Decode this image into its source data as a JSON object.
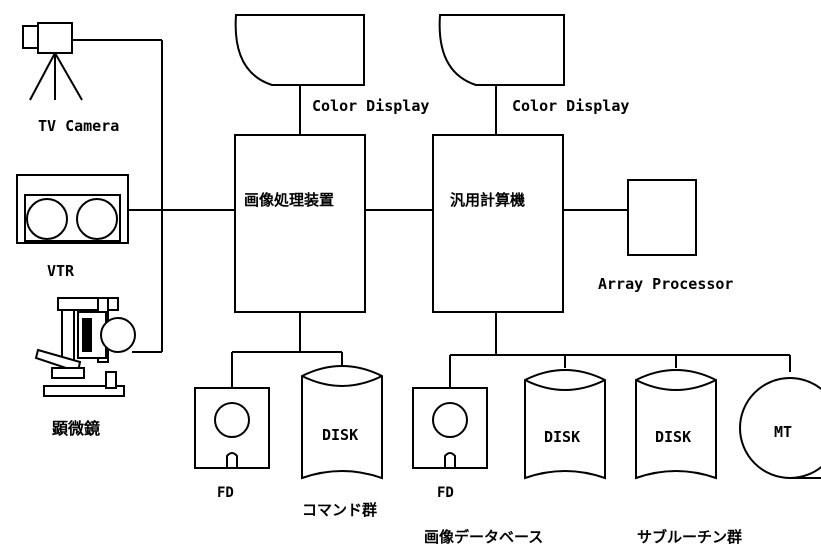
{
  "nodes": {
    "tv_camera": "TV Camera",
    "vtr": "VTR",
    "microscope": "顕微鏡",
    "display_1": "Color Display",
    "display_2": "Color Display",
    "image_processor": "画像処理装置",
    "general_computer": "汎用計算機",
    "array_processor": "Array Processor",
    "fd_1": "FD",
    "fd_2": "FD",
    "disk_1": "DISK",
    "disk_2": "DISK",
    "disk_3": "DISK",
    "mt": "MT",
    "command_group": "コマンド群",
    "image_database": "画像データベース",
    "subroutine_group": "サブルーチン群"
  }
}
